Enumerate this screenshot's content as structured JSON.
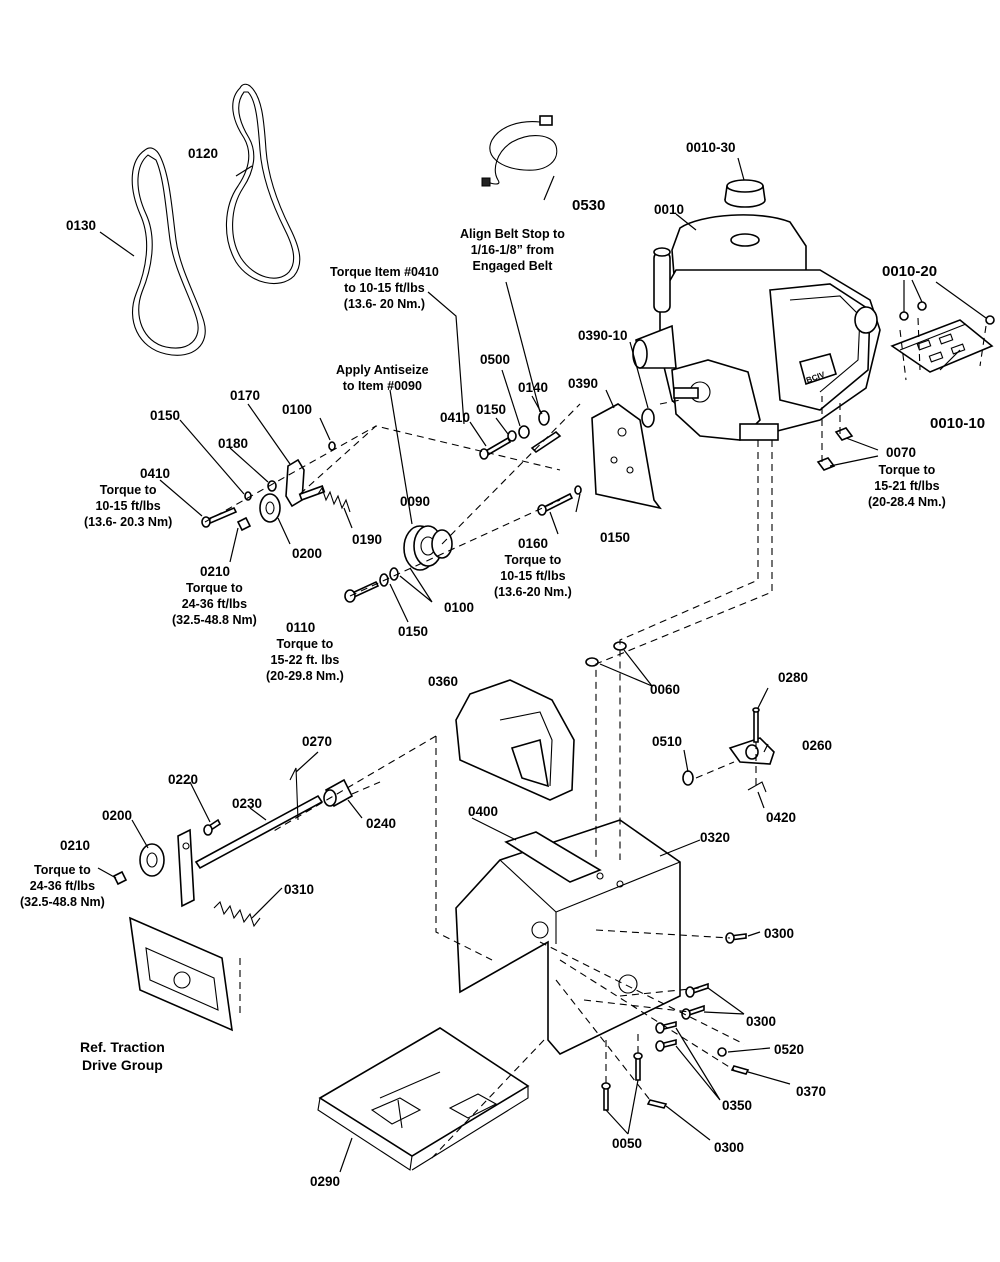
{
  "callouts": {
    "c0010_30": "0010-30",
    "c0010": "0010",
    "c0010_20": "0010-20",
    "c0010_10": "0010-10",
    "c0530": "0530",
    "c0120": "0120",
    "c0130": "0130",
    "c0390_10": "0390-10",
    "c0390": "0390",
    "c0070": "0070",
    "c0500": "0500",
    "c0140": "0140",
    "c0410a": "0410",
    "c0150a": "0150",
    "c0100a": "0100",
    "c0170": "0170",
    "c0150b": "0150",
    "c0180": "0180",
    "c0410b": "0410",
    "c0090": "0090",
    "c0190": "0190",
    "c0200a": "0200",
    "c0210a": "0210",
    "c0160": "0160",
    "c0150c": "0150",
    "c0110": "0110",
    "c0150d": "0150",
    "c0100b": "0100",
    "c0060": "0060",
    "c0360": "0360",
    "c0280": "0280",
    "c0260": "0260",
    "c0510": "0510",
    "c0420": "0420",
    "c0270": "0270",
    "c0220": "0220",
    "c0230": "0230",
    "c0240": "0240",
    "c0200b": "0200",
    "c0210b": "0210",
    "c0310": "0310",
    "c0400": "0400",
    "c0320": "0320",
    "c0300a": "0300",
    "c0300b": "0300",
    "c0520": "0520",
    "c0370": "0370",
    "c0350": "0350",
    "c0300c": "0300",
    "c0050": "0050",
    "c0290": "0290"
  },
  "notes": {
    "torque_0410": [
      "Torque Item #0410",
      "to 10-15 ft/lbs",
      "(13.6- 20 Nm.)"
    ],
    "align_belt": [
      "Align Belt Stop to",
      "1/16-1/8” from",
      "Engaged Belt"
    ],
    "antiseize": [
      "Apply Antiseize",
      "to Item #0090"
    ],
    "torque_0410b": [
      "Torque to",
      "10-15 ft/lbs",
      "(13.6- 20.3 Nm)"
    ],
    "torque_0210a": [
      "Torque to",
      "24-36 ft/lbs",
      "(32.5-48.8 Nm)"
    ],
    "torque_0160": [
      "Torque to",
      "10-15 ft/lbs",
      "(13.6-20 Nm.)"
    ],
    "torque_0110": [
      "Torque to",
      "15-22 ft. lbs",
      "(20-29.8 Nm.)"
    ],
    "torque_0070": [
      "Torque to",
      "15-21 ft/lbs",
      "(20-28.4 Nm.)"
    ],
    "torque_0210b": [
      "Torque to",
      "24-36 ft/lbs",
      "(32.5-48.8 Nm)"
    ],
    "ref_traction": [
      "Ref. Traction",
      "Drive Group"
    ]
  },
  "engine_badge": "BCIV"
}
